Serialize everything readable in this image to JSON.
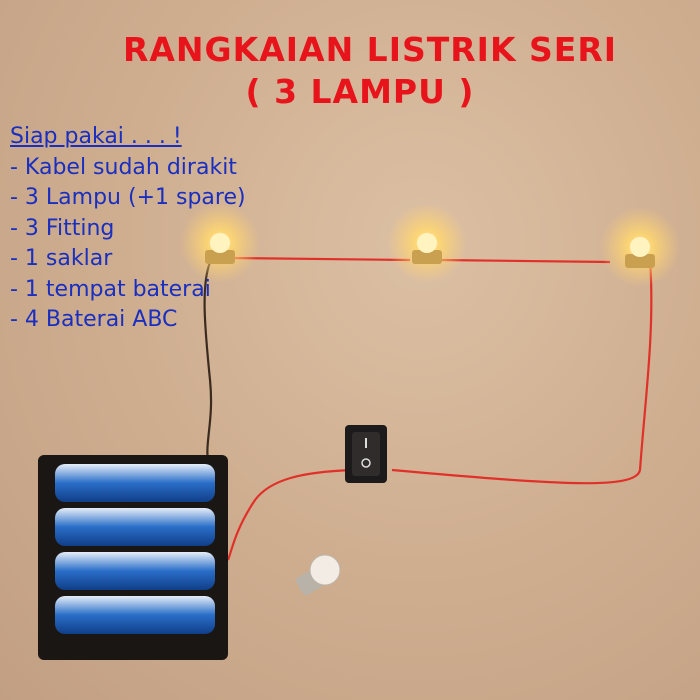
{
  "title": {
    "line1": "RANGKAIAN LISTRIK SERI",
    "line2": "( 3 LAMPU )"
  },
  "list": {
    "heading": "Siap pakai . . . !",
    "items": [
      "- Kabel sudah dirakit",
      "- 3 Lampu (+1 spare)",
      "- 3 Fitting",
      "- 1 saklar",
      "- 1 tempat baterai",
      "- 4 Baterai ABC"
    ]
  },
  "colors": {
    "title": "#e8141c",
    "list": "#1a2fc0",
    "wire": "#e0302a"
  }
}
